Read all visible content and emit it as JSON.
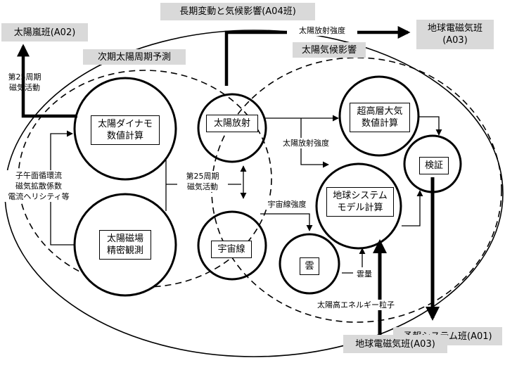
{
  "top_title": "長期変動と気候影響(A04班)",
  "groups": {
    "next_cycle": "次期太陽周期予測",
    "climate": "太陽気候影響"
  },
  "external": {
    "a02": "太陽嵐班(A02)",
    "a03_top": "地球電磁気班\n(A03)",
    "a01": "予報システム班(A01)",
    "a03_bottom": "地球電磁気班(A03)"
  },
  "nodes": {
    "dynamo": "太陽ダイナモ\n数値計算",
    "magnetic_obs": "太陽磁場\n精密観測",
    "radiation": "太陽放射",
    "cosmic_ray": "宇宙線",
    "cloud": "雲",
    "upper_atm": "超高層大気\n数値計算",
    "earth_model": "地球システム\nモデル計算",
    "verification": "検証"
  },
  "labels": {
    "cycle25_left": "第25周期\n磁気活動",
    "cycle25_mid": "第25周期\n磁気活動",
    "params": "子午面循環流\n磁気拡散係数\n電流ヘリシティ等",
    "irradiance_top": "太陽放射強度",
    "irradiance_mid": "太陽放射強度",
    "cosmic_intensity": "宇宙線強度",
    "cloud_amount": "雲量",
    "energetic_particles": "太陽高エネルギー粒子"
  }
}
